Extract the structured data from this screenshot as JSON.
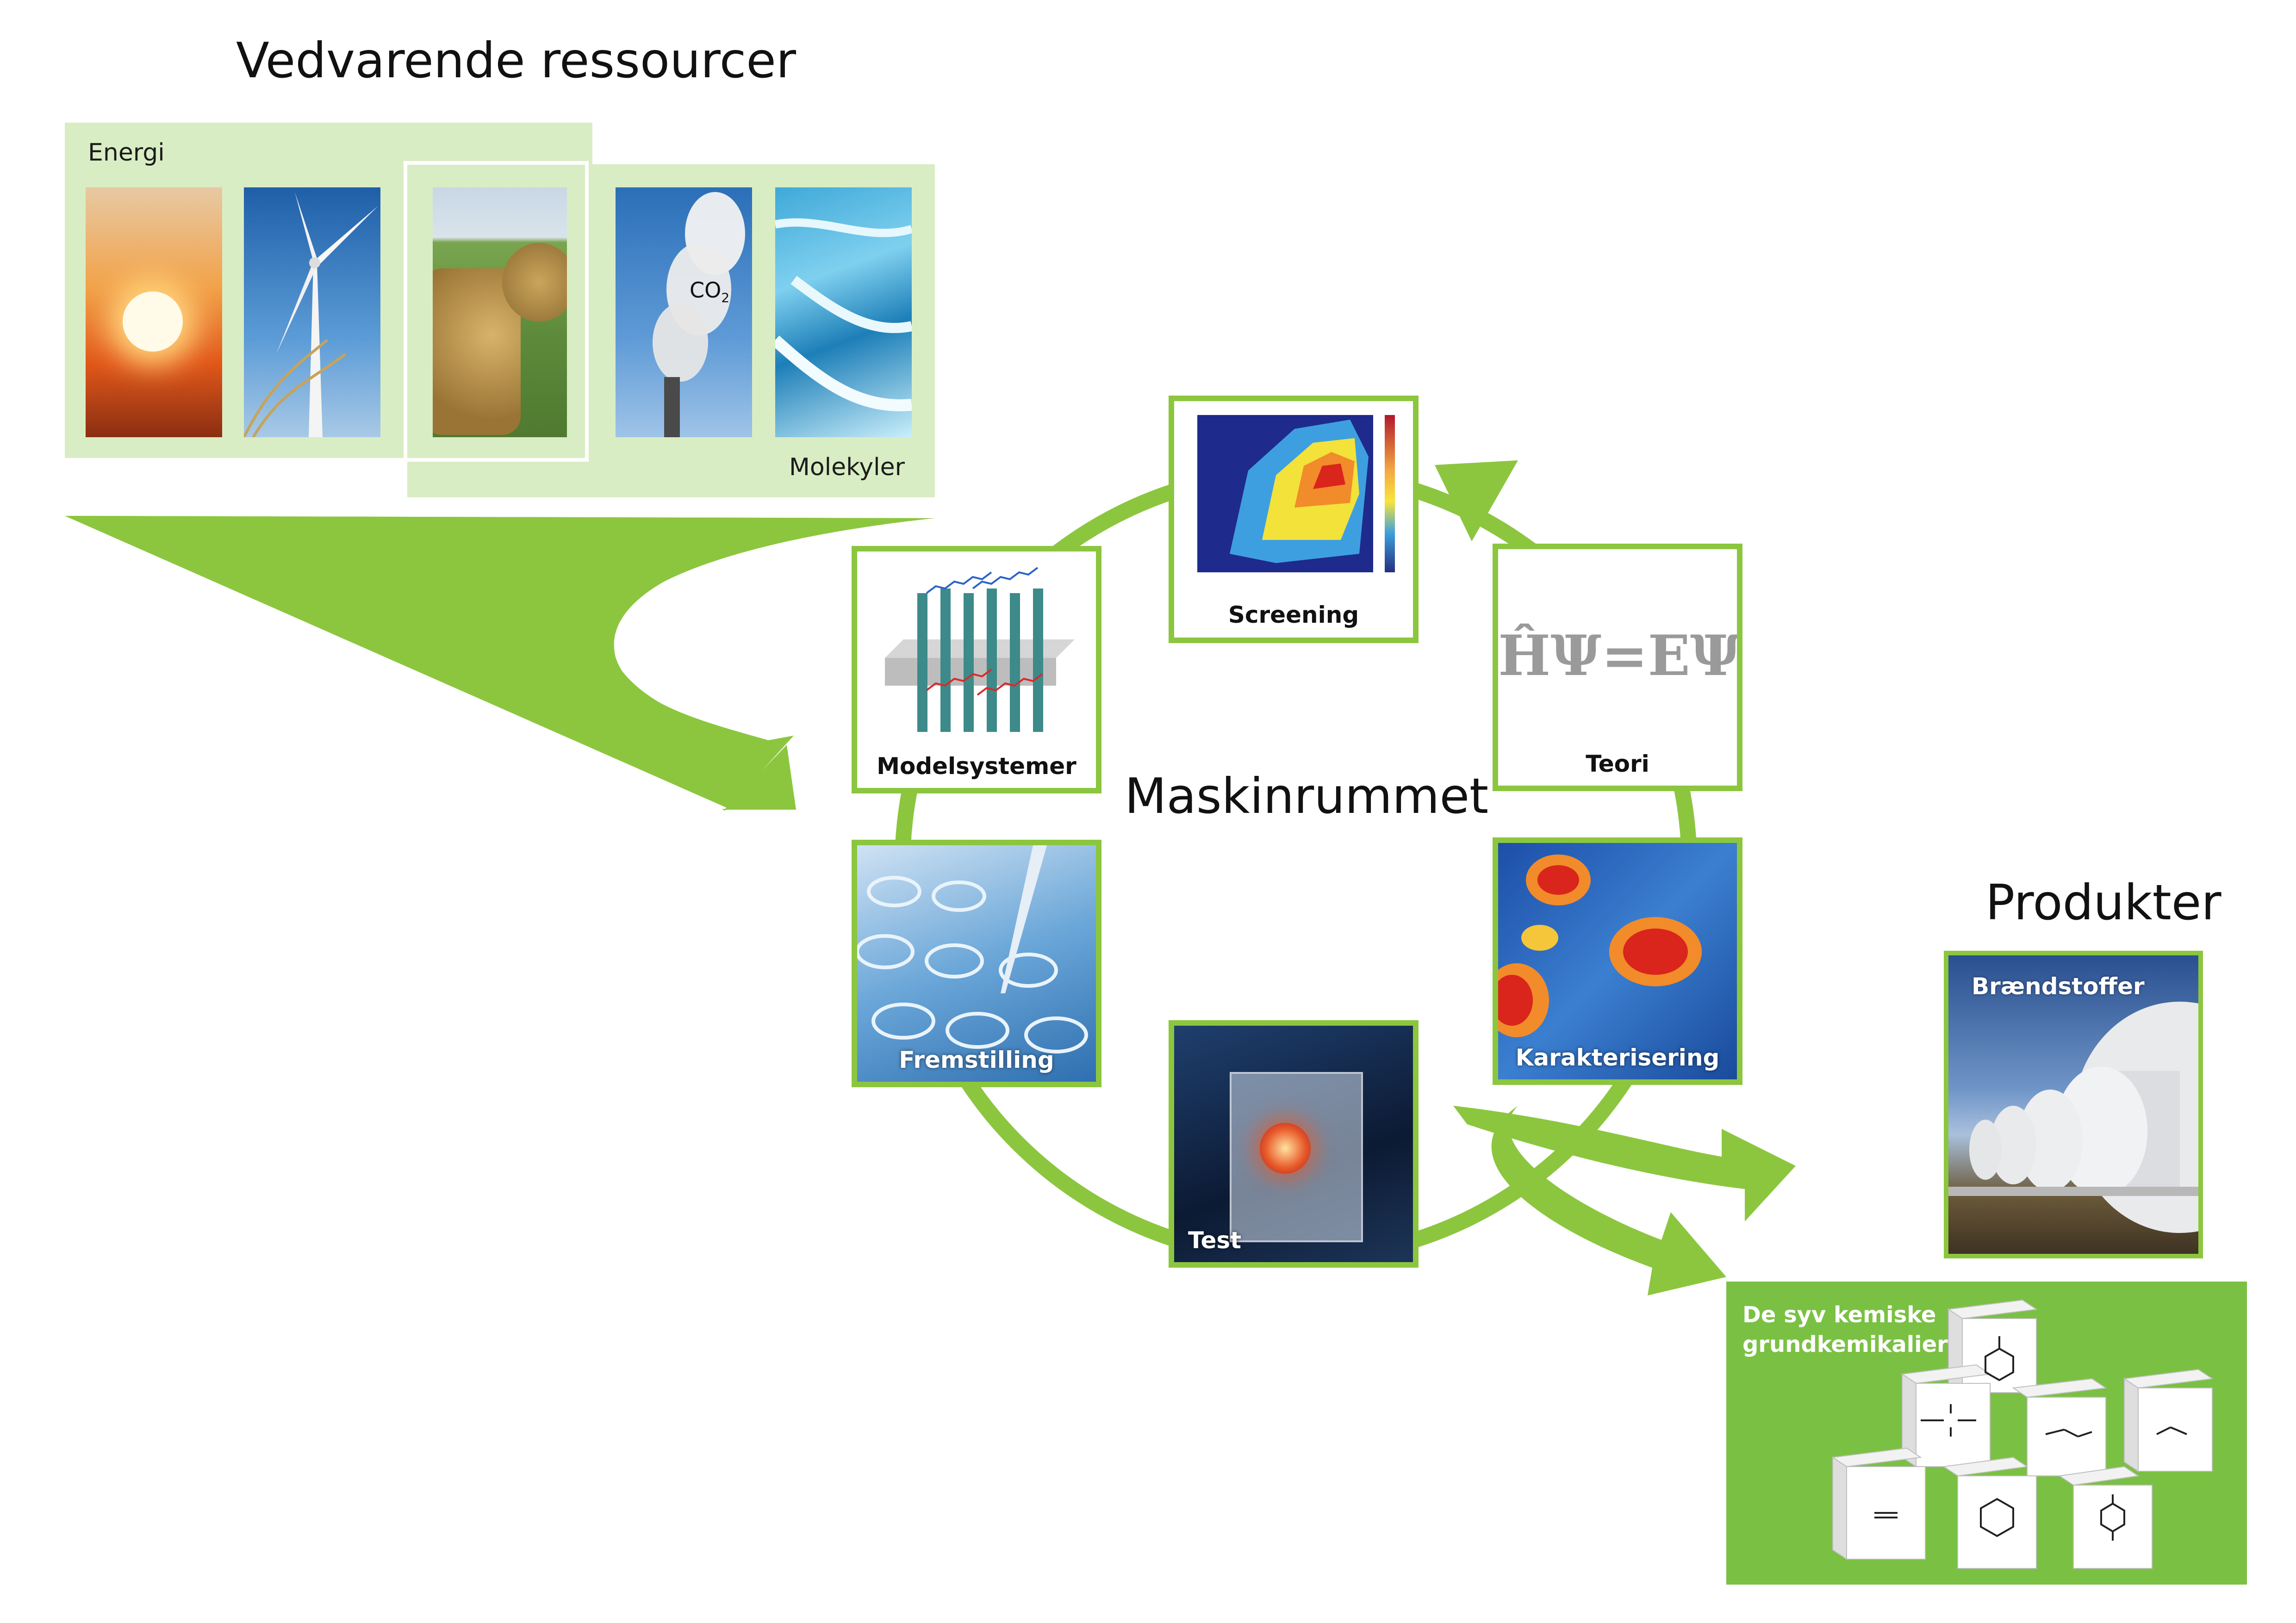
{
  "title_left": "Vedvarende ressourcer",
  "title_center": "Maskinrummet",
  "title_right": "Produkter",
  "resources": {
    "energy_label": "Energi",
    "molecules_label": "Molekyler",
    "co2_label": "CO",
    "co2_subscript": "2",
    "photos": [
      "sunset",
      "wind-turbine",
      "hay-bales",
      "smokestack",
      "water"
    ]
  },
  "cycle": {
    "screening": "Screening",
    "teori": "Teori",
    "teori_formula": "ĤΨ=EΨ",
    "karakterisering": "Karakterisering",
    "test": "Test",
    "fremstilling": "Fremstilling",
    "modelsystemer": "Modelsystemer"
  },
  "products": {
    "fuels_label": "Brændstoffer",
    "chemicals_label_line1": "De syv kemiske",
    "chemicals_label_line2": "grundkemikalier"
  },
  "colors": {
    "green": "#8cc63f",
    "light_green": "#d9edc4",
    "dark_green": "#7ac143"
  }
}
